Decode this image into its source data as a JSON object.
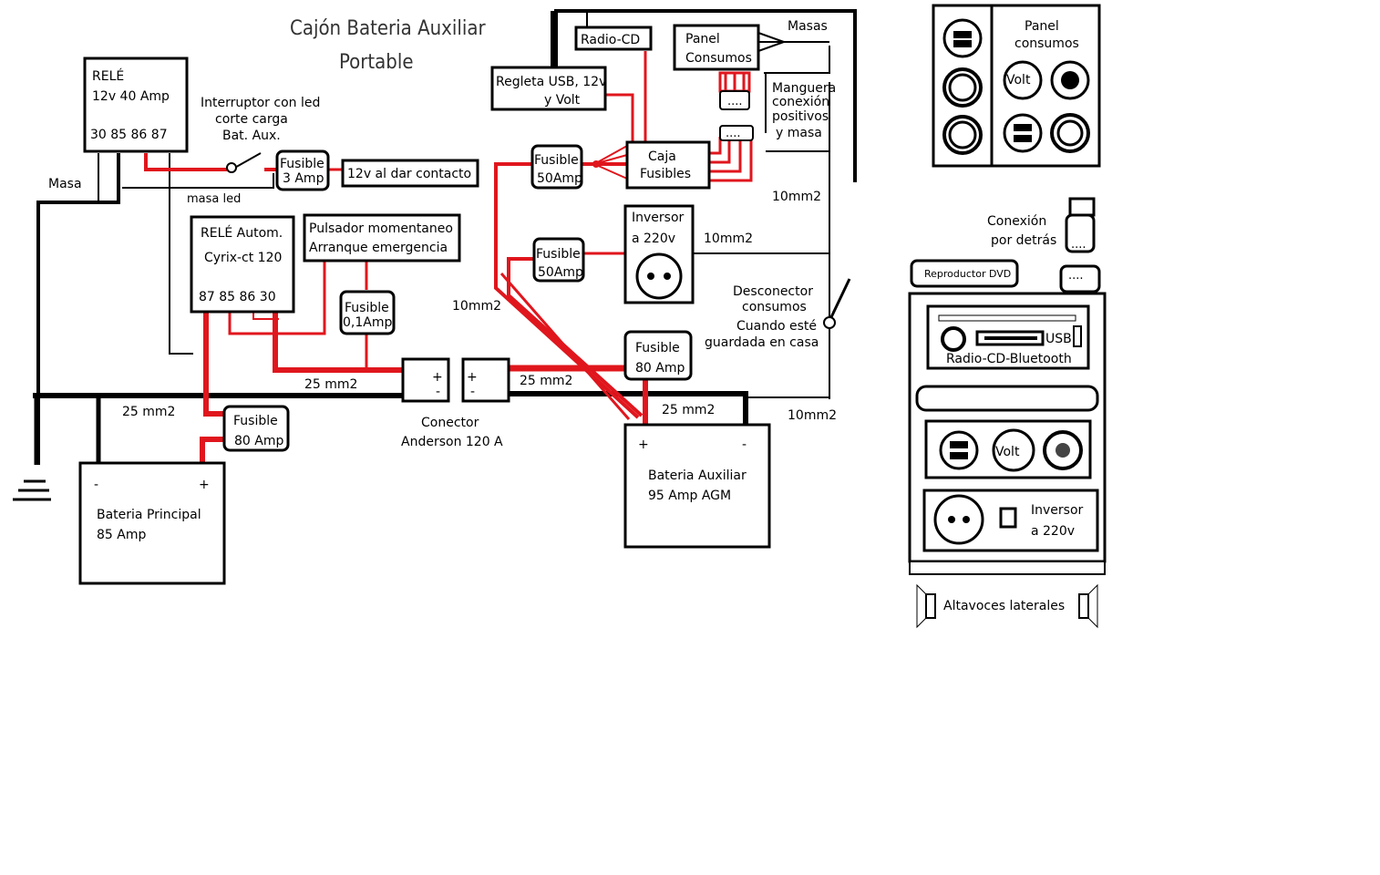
{
  "title": {
    "line1": "Cajón Bateria Auxiliar",
    "line2": "Portable"
  },
  "rele": {
    "line1": "RELÉ",
    "line2": "12v  40 Amp",
    "pins": "30  85  86  87"
  },
  "masa_left": "Masa",
  "interruptor": {
    "line1": "Interruptor con led",
    "line2": "corte carga",
    "line3": "Bat. Aux."
  },
  "masa_led": "masa led",
  "fusible_3": {
    "line1": "Fusible",
    "line2": "3 Amp"
  },
  "contacto_12v": "12v al dar contacto",
  "rele_auto": {
    "line1": "RELÉ Autom.",
    "line2": "Cyrix-ct 120",
    "pins": "87  85  86  30"
  },
  "pulsador": {
    "line1": "Pulsador momentaneo",
    "line2": "Arranque emergencia"
  },
  "fusible_01": {
    "line1": "Fusible",
    "line2": "0,1Amp"
  },
  "wire_labels": {
    "w25_a": "25 mm2",
    "w25_b": "25 mm2",
    "w25_c": "25 mm2",
    "w25_d": "25 mm2",
    "w10_a": "10mm2",
    "w10_b": "10mm2",
    "w10_c": "10mm2",
    "w10_d": "10mm2"
  },
  "fusible_80_main": {
    "line1": "Fusible",
    "line2": "80 Amp"
  },
  "fusible_80_aux": {
    "line1": "Fusible",
    "line2": "80 Amp"
  },
  "bateria_principal": {
    "minus": "-",
    "plus": "+",
    "line1": "Bateria Principal",
    "line2": "85 Amp"
  },
  "anderson": {
    "plus": "+",
    "minus": "-",
    "line1": "Conector",
    "line2": "Anderson 120 A"
  },
  "bateria_aux": {
    "plus": "+",
    "minus": "-",
    "line1": "Bateria Auxiliar",
    "line2": "95 Amp AGM"
  },
  "radio_cd": "Radio-CD",
  "regleta": {
    "line1": "Regleta USB, 12v",
    "line2": "y Volt"
  },
  "panel_consumos_box": {
    "line1": "Panel",
    "line2": "Consumos"
  },
  "masas": "Masas",
  "manguera": {
    "line1": "Manguera",
    "line2": "conexión",
    "line3": "positivos",
    "line4": "y masa"
  },
  "caja_fusibles": {
    "line1": "Caja",
    "line2": "Fusibles"
  },
  "fusible_50_a": {
    "line1": "Fusible",
    "line2": "50Amp"
  },
  "fusible_50_b": {
    "line1": "Fusible",
    "line2": "50Amp"
  },
  "inversor_box": {
    "line1": "Inversor",
    "line2": "a 220v"
  },
  "desconector": {
    "line1": "Desconector",
    "line2": "consumos",
    "line3": "Cuando esté",
    "line4": "guardada en casa"
  },
  "panel_right": {
    "line1": "Panel",
    "line2": "consumos",
    "volt": "Volt"
  },
  "conexion": {
    "line1": "Conexión",
    "line2": "por detrás"
  },
  "reproductor": "Reproductor DVD",
  "radio_front": {
    "usb": "USB",
    "label": "Radio-CD-Bluetooth"
  },
  "volt_front": "Volt",
  "inversor_front": {
    "line1": "Inversor",
    "line2": "a 220v"
  },
  "altavoces": "Altavoces laterales",
  "colors": {
    "wire_red": "#e0161d",
    "wire_black": "#000000"
  }
}
